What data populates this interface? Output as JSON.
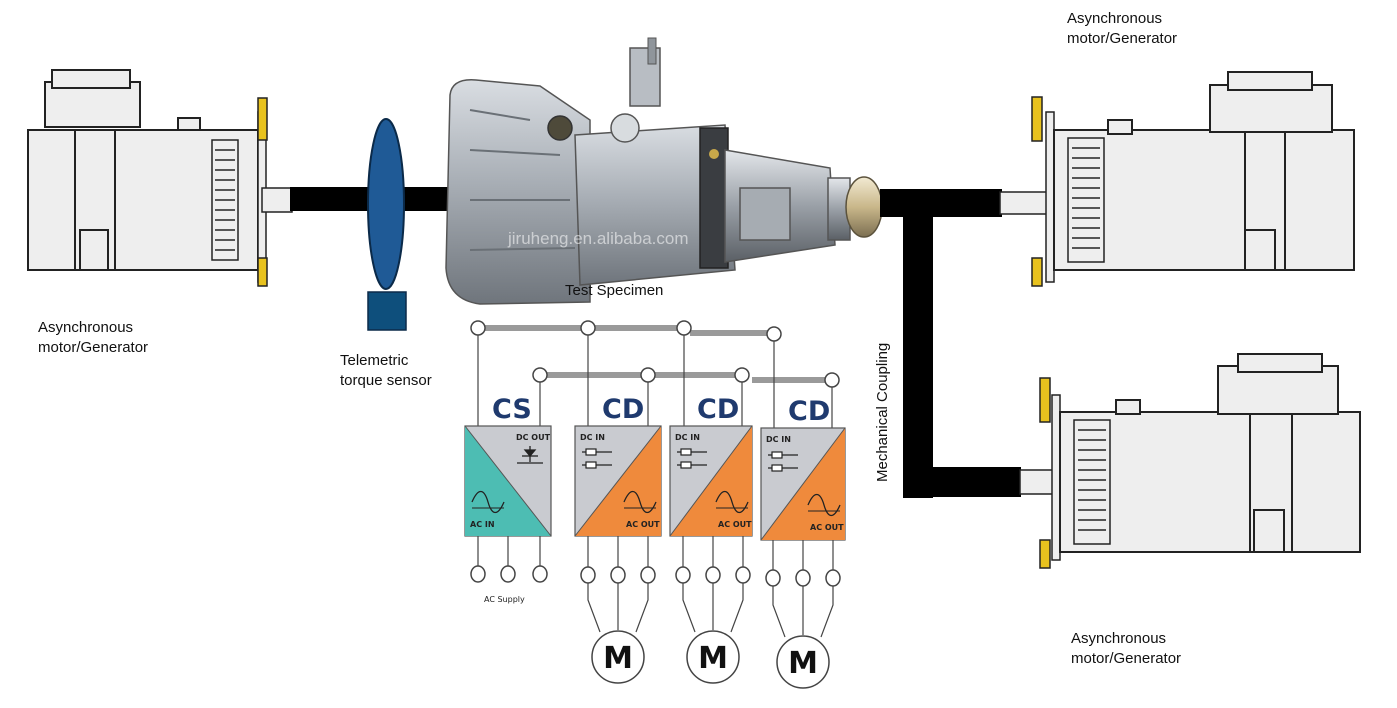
{
  "labels": {
    "motor_left": [
      "Asynchronous",
      "motor/Generator"
    ],
    "motor_top_right": [
      "Asynchronous",
      "motor/Generator"
    ],
    "motor_bottom_right": [
      "Asynchronous",
      "motor/Generator"
    ],
    "torque_sensor": [
      "Telemetric",
      "torque sensor"
    ],
    "test_specimen": "Test Specimen",
    "mechanical_coupling": "Mechanical Coupling",
    "watermark": "jiruheng.en.alibaba.com"
  },
  "converters": [
    {
      "title": "CS",
      "top_label": "DC OUT",
      "bottom_label": "AC IN",
      "color": "#4dbdb3"
    },
    {
      "title": "CD",
      "top_label": "DC IN",
      "bottom_label": "AC OUT",
      "color": "#ef8a3c"
    },
    {
      "title": "CD",
      "top_label": "DC IN",
      "bottom_label": "AC OUT",
      "color": "#ef8a3c"
    },
    {
      "title": "CD",
      "top_label": "DC IN",
      "bottom_label": "AC OUT",
      "color": "#ef8a3c"
    }
  ],
  "ac_supply_label": "AC Supply",
  "motor_symbol": "M",
  "colors": {
    "shaft": "#000000",
    "sensor_disc": "#1f5a96",
    "sensor_box": "#0e4f7c",
    "motor_body": "#eeeeee",
    "motor_flange": "#e8c21e",
    "bus_line": "#9a9a9a",
    "converter_gray": "#c9cbd0",
    "converter_title": "#1f3a6e"
  }
}
